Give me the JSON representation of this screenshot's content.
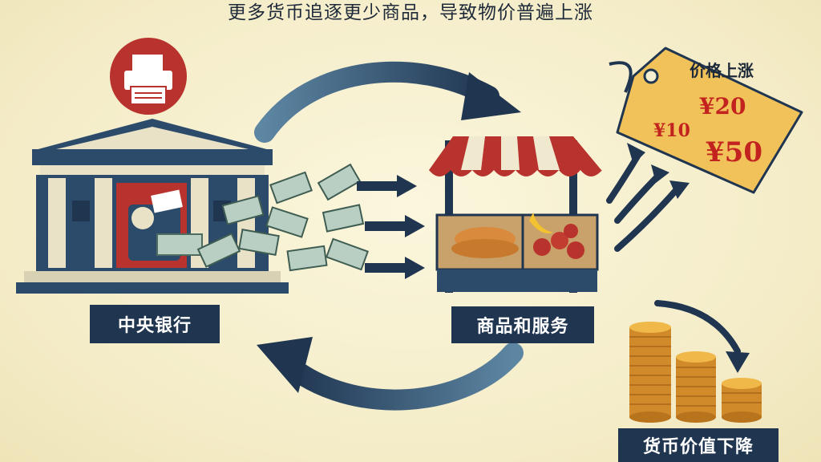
{
  "headline": "更多货币追逐更少商品，导致物价普遍上涨",
  "labels": {
    "central_bank": "中央银行",
    "goods_services": "商品和服务",
    "currency_value_down": "货币价值下降"
  },
  "price_tag": {
    "title": "价格上涨",
    "prices": [
      "¥20",
      "¥10",
      "¥50"
    ]
  },
  "colors": {
    "background": "#f6efcf",
    "navy": "#1f3550",
    "red": "#b8332d",
    "tag": "#f2c25a",
    "money": "#b9cfc3"
  }
}
